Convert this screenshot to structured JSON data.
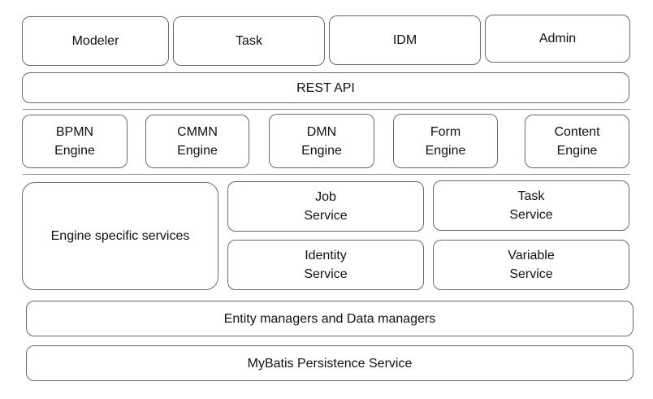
{
  "apps": [
    "Modeler",
    "Task",
    "IDM",
    "Admin"
  ],
  "rest_api": "REST API",
  "engines": [
    "BPMN\nEngine",
    "CMMN\nEngine",
    "DMN\nEngine",
    "Form\nEngine",
    "Content\nEngine"
  ],
  "services": {
    "engine_specific": "Engine specific services",
    "job": "Job\nService",
    "task": "Task\nService",
    "identity": "Identity\nService",
    "variable": "Variable\nService"
  },
  "entity_managers": "Entity managers and Data managers",
  "persistence": "MyBatis Persistence Service"
}
